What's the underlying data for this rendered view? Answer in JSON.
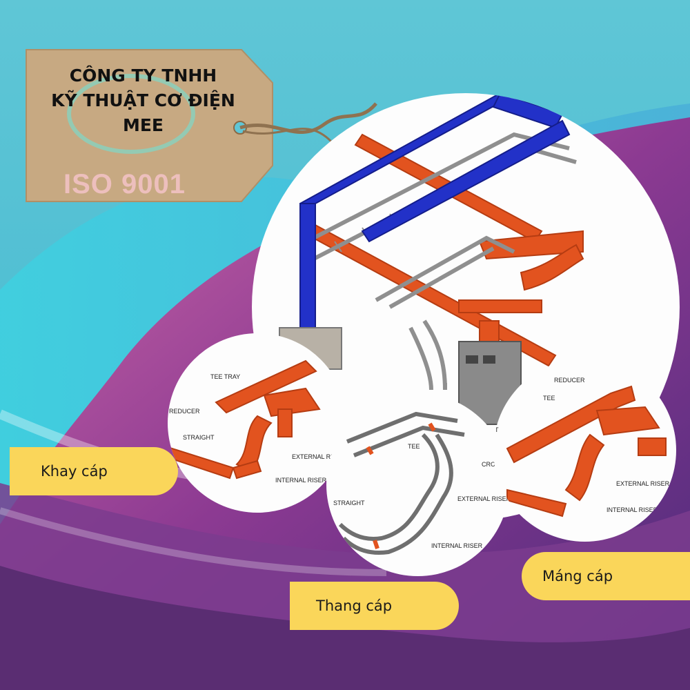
{
  "company": {
    "line1": "CÔNG TY TNHH",
    "line2": "KỸ THUẬT CƠ ĐIỆN",
    "line3": "MEE",
    "certification": "ISO 9001"
  },
  "products": [
    {
      "name": "Khay cáp"
    },
    {
      "name": "Thang cáp"
    },
    {
      "name": "Máng cáp"
    }
  ],
  "diagram_labels": {
    "tray": [
      "TEE TRAY",
      "REDUCER",
      "STRAIGHT",
      "EXTERNAL RISER",
      "INTERNAL RISER"
    ],
    "ladder": [
      "TEE",
      "CROSS",
      "STRAIGHT",
      "EXTERNAL RISER",
      "INTERNAL RISER"
    ],
    "trunking": [
      "REDUCER",
      "TEE",
      "EXTERNAL RISER",
      "INTERNAL RISER",
      "T"
    ]
  },
  "colors": {
    "tray_orange": "#e2531f",
    "duct_blue": "#2231c8",
    "ladder_gray": "#8f8f8f",
    "pill_yellow": "#fad65a",
    "tag_kraft": "#c9ad86"
  }
}
